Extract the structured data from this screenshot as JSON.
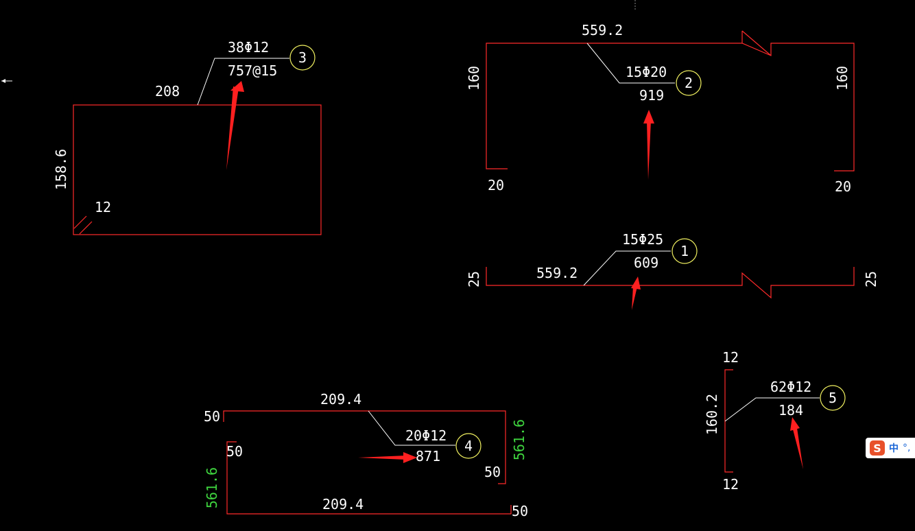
{
  "colors": {
    "background": "#000000",
    "bar_line": "#ff2a2a",
    "leader_line": "#ffffff",
    "bubble": "#f0f060",
    "dimension_text": "#ffffff",
    "green_dimension_text": "#3fd63f",
    "arrow": "#ff2020"
  },
  "shape3": {
    "spec": "38Φ12",
    "length": "757@15",
    "mark": "3",
    "top_dim": "208",
    "side_dim": "158.6",
    "hook_dim": "12"
  },
  "shape2": {
    "top_dim": "559.2",
    "spec": "15Φ20",
    "length": "919",
    "mark": "2",
    "left_dim": "160",
    "right_dim": "160",
    "left_foot_dim": "20",
    "right_foot_dim": "20"
  },
  "shape1": {
    "spec": "15Φ25",
    "length": "609",
    "mark": "1",
    "main_dim": "559.2",
    "left_dim": "25",
    "right_dim": "25"
  },
  "shape4": {
    "top_dim": "209.4",
    "bottom_dim": "209.4",
    "spec": "20Φ12",
    "length": "871",
    "mark": "4",
    "top_left_dim": "50",
    "inner_left_dim": "50",
    "inner_right_dim": "50",
    "bottom_right_dim": "50",
    "left_side_dim": "561.6",
    "right_side_dim": "561.6"
  },
  "shape5": {
    "top_dim": "12",
    "bottom_dim": "12",
    "side_dim": "160.2",
    "spec": "62Φ12",
    "length": "184",
    "mark": "5"
  },
  "ime": {
    "logo_letter": "S",
    "language": "中",
    "extra": "°,"
  }
}
